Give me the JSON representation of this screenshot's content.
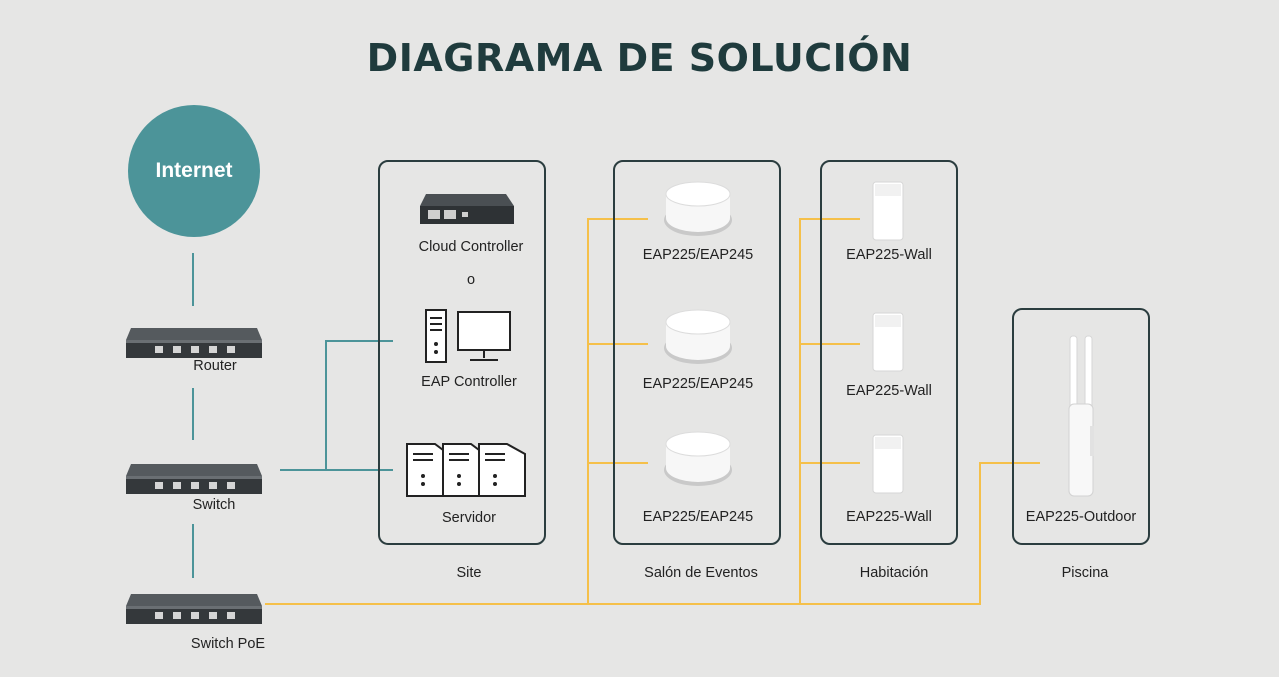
{
  "title": "DIAGRAMA DE SOLUCIÓN",
  "internet": "Internet",
  "devices": {
    "router": "Router",
    "switch": "Switch",
    "switch_poe": "Switch PoE",
    "cloud_controller": "Cloud Controller",
    "or": "o",
    "eap_controller": "EAP Controller",
    "server": "Servidor",
    "eap_ceiling": "EAP225/EAP245",
    "eap_wall": "EAP225-Wall",
    "eap_outdoor": "EAP225-Outdoor"
  },
  "groups": {
    "site": "Site",
    "events": "Salón de Eventos",
    "room": "Habitación",
    "pool": "Piscina"
  },
  "colors": {
    "teal": "#4c9499",
    "poe_line": "#f5c04a",
    "box_border": "#2b3d3f",
    "title": "#1f3b3d"
  }
}
